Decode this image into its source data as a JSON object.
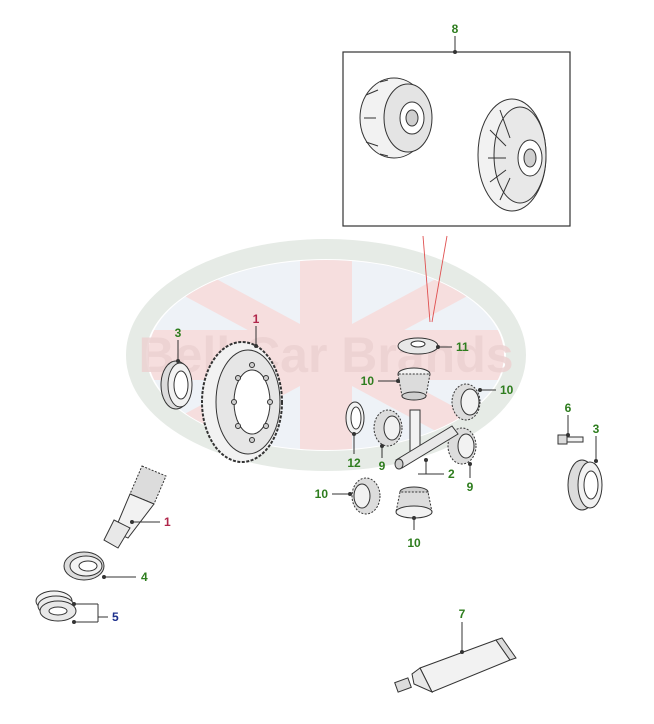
{
  "watermark": {
    "text": "Bell Car Brands",
    "ring_color": "#e6ebe6",
    "flag_red": "#f6dede",
    "flag_blue": "#dfe6f0",
    "text_color": "#ecd2d2"
  },
  "callouts": [
    {
      "id": "c8",
      "label": "8",
      "color": "#2e7d1e"
    },
    {
      "id": "c11",
      "label": "11",
      "color": "#2e7d1e"
    },
    {
      "id": "c3a",
      "label": "3",
      "color": "#2e7d1e"
    },
    {
      "id": "c1a",
      "label": "1",
      "color": "#b0264a"
    },
    {
      "id": "c10a",
      "label": "10",
      "color": "#2e7d1e"
    },
    {
      "id": "c10b",
      "label": "10",
      "color": "#2e7d1e"
    },
    {
      "id": "c6",
      "label": "6",
      "color": "#2e7d1e"
    },
    {
      "id": "c3b",
      "label": "3",
      "color": "#2e7d1e"
    },
    {
      "id": "c12",
      "label": "12",
      "color": "#2e7d1e"
    },
    {
      "id": "c9a",
      "label": "9",
      "color": "#2e7d1e"
    },
    {
      "id": "c2",
      "label": "2",
      "color": "#2e7d1e"
    },
    {
      "id": "c9b",
      "label": "9",
      "color": "#2e7d1e"
    },
    {
      "id": "c10c",
      "label": "10",
      "color": "#2e7d1e"
    },
    {
      "id": "c1b",
      "label": "1",
      "color": "#b0264a"
    },
    {
      "id": "c10d",
      "label": "10",
      "color": "#2e7d1e"
    },
    {
      "id": "c4",
      "label": "4",
      "color": "#2e7d1e"
    },
    {
      "id": "c5",
      "label": "5",
      "color": "#1c2f8c"
    },
    {
      "id": "c7",
      "label": "7",
      "color": "#2e7d1e"
    }
  ],
  "colors": {
    "line": "#333333",
    "part_fill": "#f2f2f2",
    "part_shade": "#cfcfcf",
    "leader_red": "#e05050"
  }
}
